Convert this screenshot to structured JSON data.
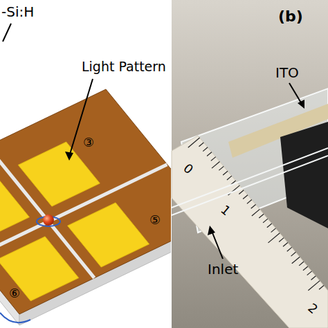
{
  "diagram": {
    "labels": [
      "-Si:H",
      "Light Pattern",
      "③",
      "⑤",
      "⑥",
      "(b)",
      "ITO",
      "0",
      "1",
      "Inlet",
      "2"
    ]
  }
}
